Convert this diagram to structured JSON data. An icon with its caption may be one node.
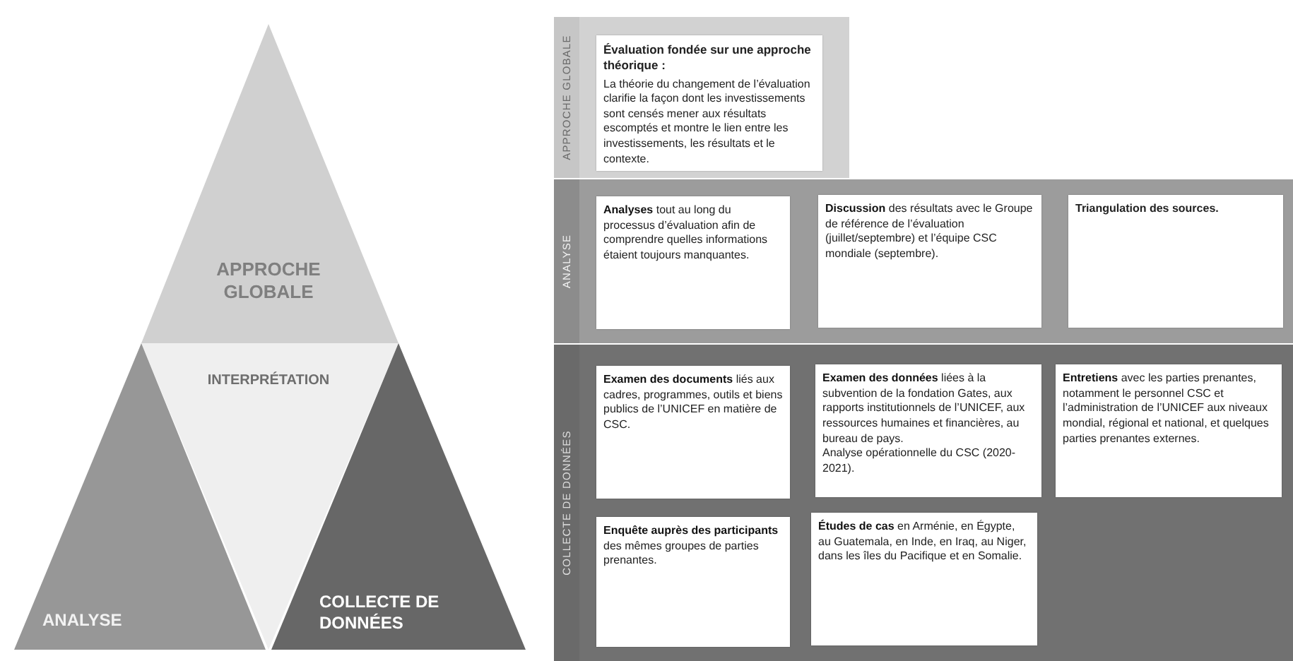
{
  "diagram": {
    "nodes": [
      {
        "text": [
          "APPROCHE GLOBALE"
        ]
      },
      {
        "text": [
          "INTERPRÉTATION"
        ]
      },
      {
        "text": [
          "ANALYSE"
        ]
      },
      {
        "text": [
          "COLLECTE DE DONNÉES"
        ]
      },
      {
        "text": [
          "APPROCHE GLOBALE"
        ]
      },
      {
        "text": [
          "Évaluation fondée sur une approche théorique :",
          "La théorie du changement de l’évaluation clarifie la façon dont les investissements sont censés mener aux résultats escomptés et montre le lien entre les investissements, les résultats et le contexte."
        ],
        "in": 4
      },
      {
        "text": [
          "ANALYSE"
        ]
      },
      {
        "text": [
          "**Analyses** tout au long du processus d’évaluation afin de comprendre quelles informations étaient toujours manquantes."
        ],
        "in": 6
      },
      {
        "text": [
          "**Discussion** des résultats avec le Groupe de référence de l’évaluation (juillet/septembre) et l’équipe CSC mondiale (septembre)."
        ],
        "in": 6
      },
      {
        "text": [
          "Triangulation des sources."
        ],
        "in": 6
      },
      {
        "text": [
          "COLLECTE DE DONNÉES"
        ]
      },
      {
        "text": [
          "**Examen des documents** liés aux cadres, programmes, outils et biens publics de l’UNICEF en matière de CSC."
        ],
        "in": 10
      },
      {
        "text": [
          "**Examen des données** liées à la subvention de la fondation Gates, aux rapports institutionnels de l’UNICEF, aux ressources humaines et financières, au bureau de pays.",
          "Analyse opérationnelle du CSC (2020-2021)."
        ],
        "in": 10
      },
      {
        "text": [
          "**Entretiens** avec les parties prenantes, notamment le personnel CSC et l’administration de l’UNICEF aux niveaux mondial, régional et national, et quelques parties prenantes externes."
        ],
        "in": 10
      },
      {
        "text": [
          "**Enquête auprès des participants** des mêmes groupes de parties prenantes."
        ],
        "in": 10
      },
      {
        "text": [
          "**Études de cas** en Arménie, en Égypte, au Guatemala, en Inde, en Iraq, au Niger, dans les îles du Pacifique et en Somalie."
        ],
        "in": 10
      }
    ]
  }
}
